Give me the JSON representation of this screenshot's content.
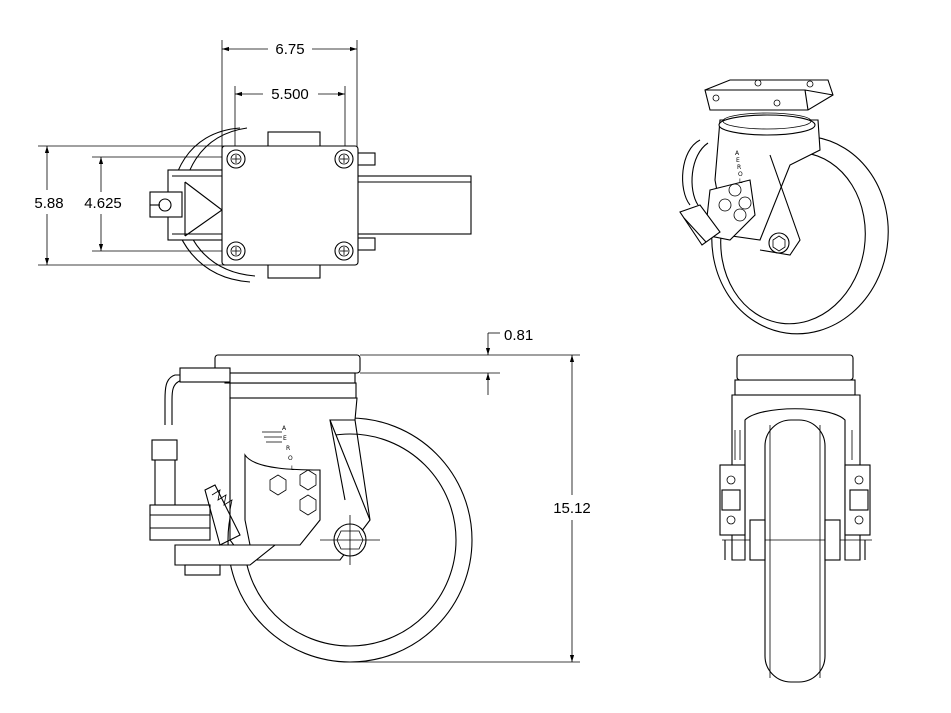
{
  "drawing": {
    "dimensions": {
      "overall_width": "6.75",
      "bolt_spacing_width": "5.500",
      "overall_length": "5.88",
      "bolt_spacing_length": "4.625",
      "plate_thickness": "0.81",
      "overall_height": "15.12"
    },
    "logo_letters": [
      "A",
      "E",
      "R",
      "O",
      "L"
    ]
  }
}
